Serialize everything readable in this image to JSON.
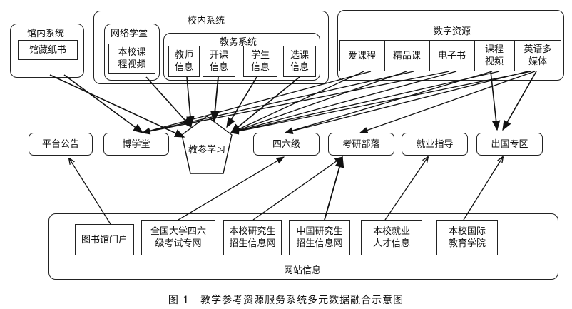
{
  "groups": {
    "guannei": {
      "title": "馆内系统",
      "items": [
        "馆藏纸书"
      ]
    },
    "xiaonei": {
      "title": "校内系统",
      "wangluo": {
        "title": "网络学堂",
        "items": [
          "本校课\n程视频"
        ]
      },
      "jiaowu": {
        "title": "教务系统",
        "items": [
          "教师\n信息",
          "开课\n信息",
          "学生\n信息",
          "选课\n信息"
        ]
      }
    },
    "shuzi": {
      "title": "数字资源",
      "items": [
        "爱课程",
        "精品课",
        "电子书",
        "课程\n视频",
        "英语多\n媒体"
      ]
    }
  },
  "services": [
    "平台公告",
    "博学堂",
    "教参学习",
    "四六级",
    "考研部落",
    "就业指导",
    "出国专区"
  ],
  "websites": {
    "title": "网站信息",
    "items": [
      "图书馆门户",
      "全国大学四六\n级考试专网",
      "本校研究生\n招生信息网",
      "中国研究生\n招生信息网",
      "本校就业\n人才信息",
      "本校国际\n教育学院"
    ]
  },
  "caption": "图 1　教学参考资源服务系统多元数据融合示意图"
}
